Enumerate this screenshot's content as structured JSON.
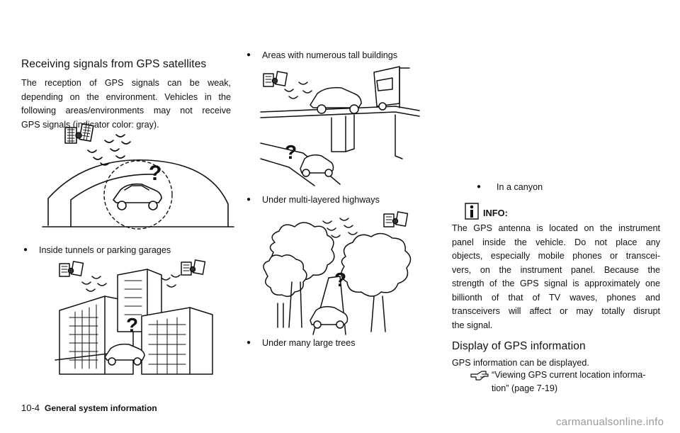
{
  "section1": {
    "heading": "Receiving signals from GPS satellites",
    "paragraph_lines": [
      "The reception of GPS signals can be weak,",
      "depending on the environment. Vehicles in the",
      "following areas/environments may not receive",
      "GPS signals (indicator color: gray)."
    ]
  },
  "bullets": [
    "Inside tunnels or parking garages",
    "Areas with numerous tall buildings",
    "Under multi-layered highways",
    "Under many large trees",
    "In a canyon"
  ],
  "illustration_symbols": {
    "unknown_mark": "?"
  },
  "info": {
    "title": "INFO:",
    "lines": [
      "The GPS antenna is located on the instrument",
      "panel inside the vehicle. Do not place any",
      "objects, especially mobile phones or transcei-",
      "vers, on the instrument panel. Because the",
      "strength of the GPS signal is approximately one",
      "billionth of that of TV waves, phones and",
      "transceivers will affect or may totally disrupt",
      "the signal."
    ]
  },
  "section2": {
    "heading": "Display of GPS information",
    "paragraph": "GPS information can be displayed.",
    "reference_line1": "“Viewing GPS current location informa-",
    "reference_line2": "tion” (page 7-19)"
  },
  "footer": {
    "page_number": "10-4",
    "chapter_title": "General system information"
  },
  "watermark": "carmanualsonline.info"
}
